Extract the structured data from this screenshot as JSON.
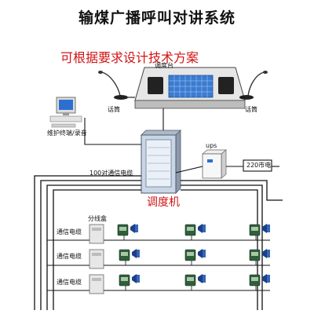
{
  "title": "输煤广播呼叫对讲系统",
  "subtitle": "可根据要求设计技术方案",
  "labels": {
    "console": "调度台",
    "mic_left": "话筒",
    "mic_right": "话筒",
    "terminal": "维护终端/录音",
    "ups": "ups",
    "mains": "220市电",
    "cable_trunk": "100对通信电缆",
    "dispatcher": "调度机",
    "junction_box": "分线盒",
    "cable_row_1": "通信电缆",
    "cable_row_2": "通信电缆",
    "cable_row_3": "通信电缆"
  },
  "colors": {
    "title": "#111111",
    "accent": "#d11414",
    "line": "#111111",
    "cabinet": "#c9d6e6",
    "phone": "#2f5f3a",
    "speaker": "#1d3f86"
  }
}
